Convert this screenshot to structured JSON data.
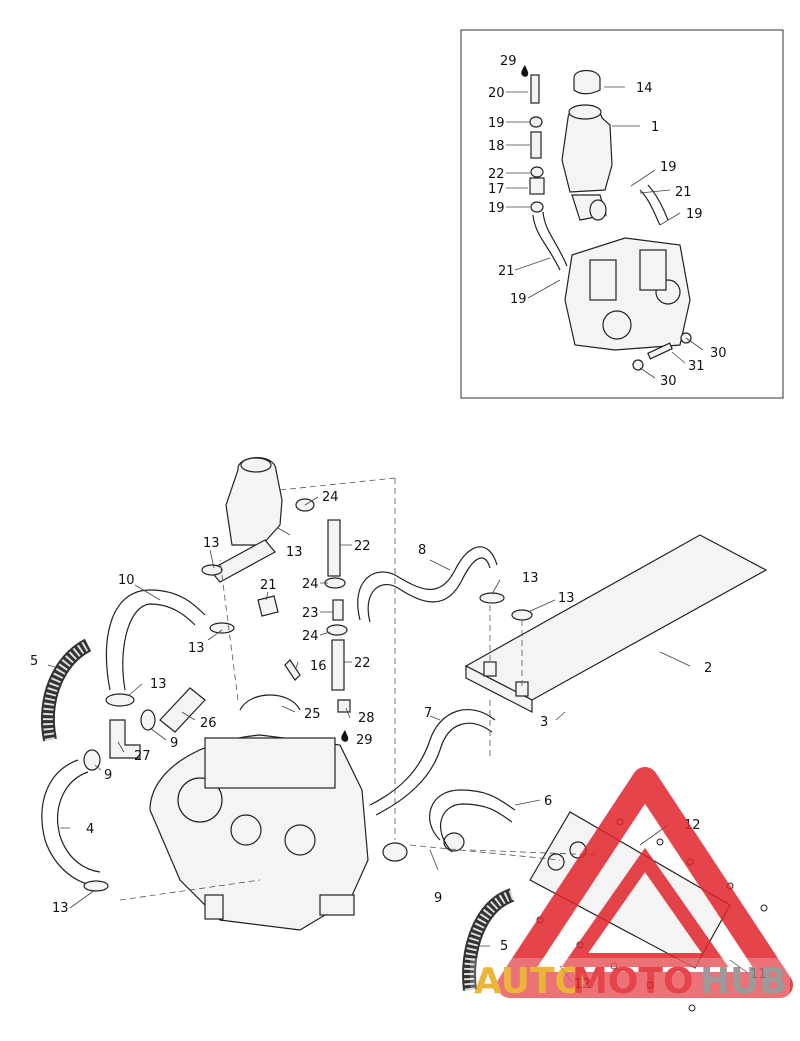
{
  "inset": {
    "callouts": [
      "29",
      "20",
      "19",
      "18",
      "22",
      "17",
      "19",
      "14",
      "1",
      "19",
      "21",
      "19",
      "21",
      "19",
      "30",
      "31",
      "30"
    ]
  },
  "main": {
    "callouts": [
      "24",
      "22",
      "13",
      "13",
      "21",
      "24",
      "23",
      "24",
      "22",
      "16",
      "10",
      "13",
      "5",
      "13",
      "26",
      "9",
      "27",
      "9",
      "25",
      "28",
      "29",
      "4",
      "13",
      "8",
      "13",
      "13",
      "2",
      "3",
      "7",
      "6",
      "9",
      "12",
      "12",
      "5",
      "11"
    ]
  },
  "watermark": {
    "brand_part1": "AUTO",
    "brand_part2": "MOTO",
    "brand_part3": "HUB",
    "colors": {
      "red": "#e0242b",
      "gray": "#8a8a8a",
      "gold": "#e8a917"
    }
  }
}
